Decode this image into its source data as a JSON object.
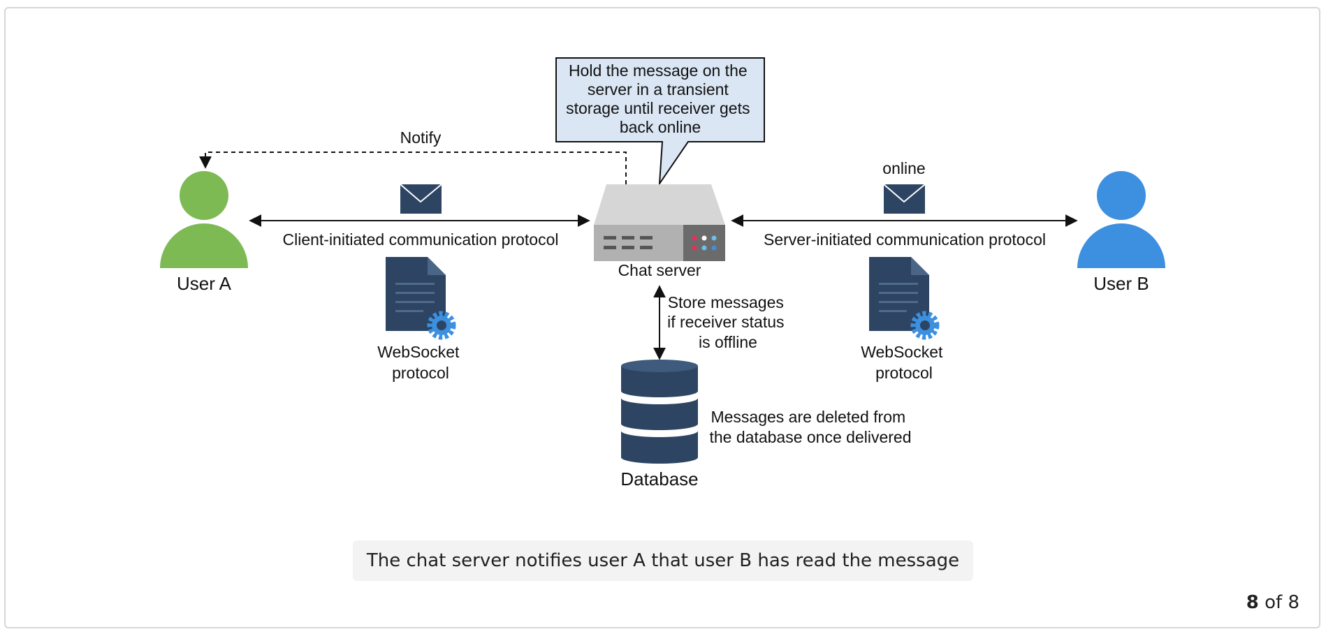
{
  "diagram": {
    "nodes": {
      "user_a": "User A",
      "user_b": "User B",
      "server": "Chat server",
      "database": "Database"
    },
    "callout": [
      "Hold the message on the",
      "server in a transient",
      "storage until receiver gets",
      "back online"
    ],
    "edges": {
      "notify": "Notify",
      "online": "online",
      "client_protocol": "Client-initiated communication protocol",
      "server_protocol": "Server-initiated communication protocol",
      "store": [
        "Store messages",
        "if receiver status",
        "is offline"
      ]
    },
    "websocket_left": [
      "WebSocket",
      "protocol"
    ],
    "websocket_right": [
      "WebSocket",
      "protocol"
    ],
    "db_note": [
      "Messages are deleted from",
      "the database once delivered"
    ],
    "colors": {
      "user_a": "#7dba54",
      "user_b": "#3d8fe0",
      "dark_icon": "#2d4563",
      "callout_fill": "#dae6f4",
      "gear": "#3d8fe0"
    }
  },
  "caption": "The chat server notifies user A that user B has read the message",
  "pager": {
    "current": "8",
    "sep": "of",
    "total": "8"
  }
}
